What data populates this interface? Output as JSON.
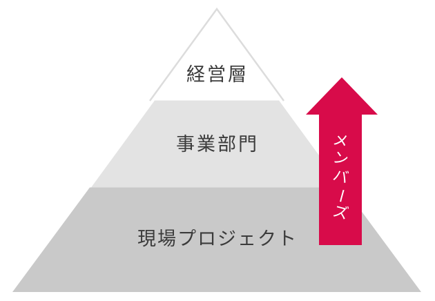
{
  "diagram": {
    "type": "pyramid",
    "background": "#ffffff",
    "tiers": [
      {
        "label": "経営層",
        "fill": "#ffffff",
        "border_color": "#dcdcdc",
        "text_color": "#3b3b3b"
      },
      {
        "label": "事業部門",
        "fill": "#e3e3e3",
        "text_color": "#3b3b3b"
      },
      {
        "label": "現場プロジェクト",
        "fill": "#c9c9c9",
        "text_color": "#3b3b3b"
      }
    ],
    "arrow": {
      "label": "メンバーズ",
      "chars": [
        "メ",
        "ン",
        "バ",
        "ー",
        "ズ"
      ],
      "direction": "up",
      "fill": "#d80b4a",
      "text_color": "#ffffff"
    }
  }
}
